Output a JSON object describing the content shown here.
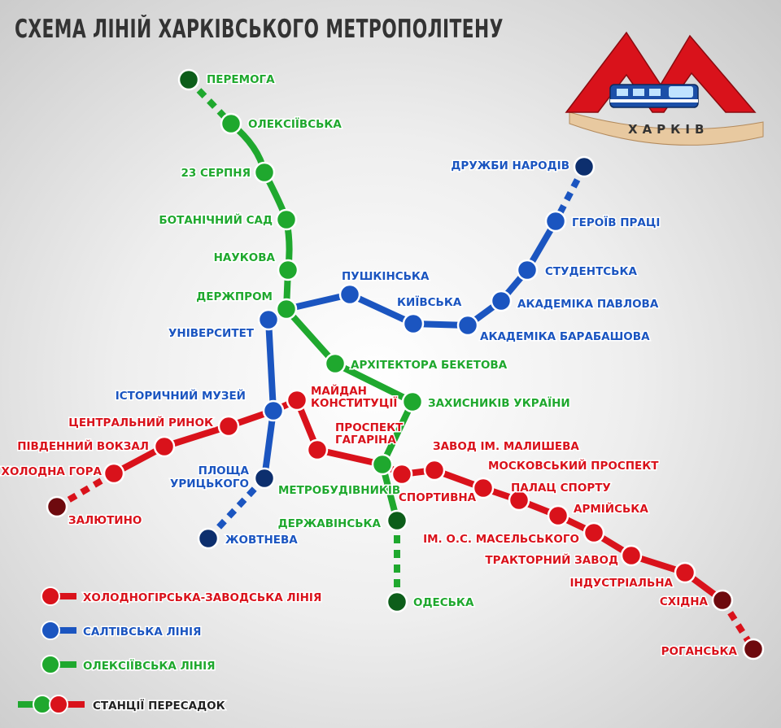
{
  "title": "СХЕМА ЛІНІЙ ХАРКІВСЬКОГО МЕТРОПОЛІТЕНУ",
  "logo_text": "ХАРКІВ",
  "colors": {
    "green": "#1fa82e",
    "blue": "#1b55c0",
    "red": "#d9121b"
  },
  "stations": {
    "peremoha": "ПЕРЕМОГА",
    "oleksiivska": "ОЛЕКСІЇВСЬКА",
    "serpnia23": "23 СЕРПНЯ",
    "botanichnyi": "БОТАНІЧНИЙ САД",
    "naukova": "НАУКОВА",
    "derzhprom": "ДЕРЖПРОМ",
    "arkhitektora": "АРХІТЕКТОРА БЕКЕТОВА",
    "zakhysnykiv": "ЗАХИСНИКІВ УКРАЇНИ",
    "metrobudivnykiv": "МЕТРОБУДІВНИКІВ",
    "derzhavinska": "ДЕРЖАВІНСЬКА",
    "odeska": "ОДЕСЬКА",
    "druzhby": "ДРУЖБИ НАРОДІВ",
    "heroiv": "ГЕРОЇВ ПРАЦІ",
    "studentska": "СТУДЕНТСЬКА",
    "pavlova": "АКАДЕМІКА ПАВЛОВА",
    "barabashova": "АКАДЕМІКА БАРАБАШОВА",
    "kyivska": "КИЇВСЬКА",
    "pushkinska": "ПУШКІНСЬКА",
    "universytet": "УНІВЕРСИТЕТ",
    "istorychnyi": "ІСТОРИЧНИЙ МУЗЕЙ",
    "urytskoho_1": "ПЛОЩА",
    "urytskoho_2": "УРИЦЬКОГО",
    "zhovtneva": "ЖОВТНЕВА",
    "zaliutyno": "ЗАЛЮТИНО",
    "kholodna": "ХОЛОДНА ГОРА",
    "pivdennyi": "ПІВДЕННИЙ ВОКЗАЛ",
    "tsentralnyi": "ЦЕНТРАЛЬНИЙ РИНОК",
    "maidan_1": "МАЙДАН",
    "maidan_2": "КОНСТИТУЦІЇ",
    "haharina_1": "ПРОСПЕКТ",
    "haharina_2": "ГАГАРІНА",
    "sportyvna": "СПОРТИВНА",
    "malysheva": "ЗАВОД ІМ. МАЛИШЕВА",
    "moskovskyi": "МОСКОВСЬКИЙ ПРОСПЕКТ",
    "palats": "ПАЛАЦ СПОРТУ",
    "armiiska": "АРМІЙСЬКА",
    "maselskoho": "ІМ. О.С. МАСЕЛЬСЬКОГО",
    "traktornyi": "ТРАКТОРНИЙ ЗАВОД",
    "industrialna": "ІНДУСТРІАЛЬНА",
    "skhidna": "СХІДНА",
    "rohanska": "РОГАНСЬКА"
  },
  "legend": {
    "red_line": "ХОЛОДНОГІРСЬКА-ЗАВОДСЬКА ЛІНІЯ",
    "blue_line": "САЛТІВСЬКА ЛІНІЯ",
    "green_line": "ОЛЕКСІЇВСЬКА ЛІНІЯ",
    "transfer": "СТАНЦІЇ ПЕРЕСАДОК"
  }
}
